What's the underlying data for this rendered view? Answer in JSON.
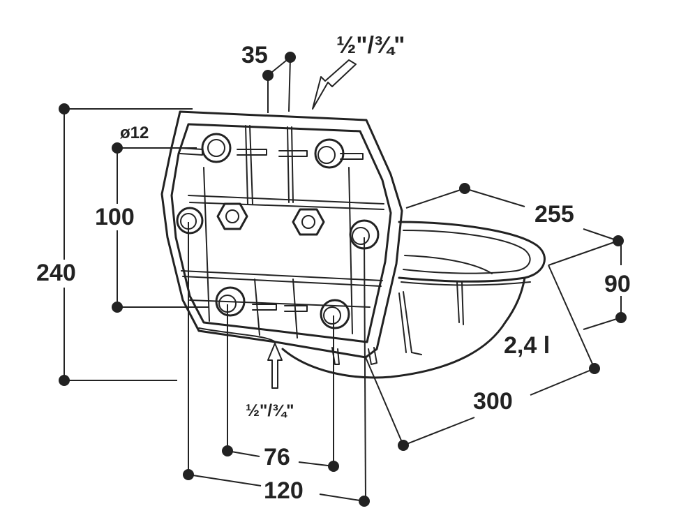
{
  "dimensions": {
    "height_total": "240",
    "hole_spacing_vertical": "100",
    "hole_diameter": "ø12",
    "top_offset": "35",
    "pipe_top": "½\"/¾\"",
    "pipe_bottom": "½\"/¾\"",
    "hole_spacing_bottom": "76",
    "width_back": "120",
    "depth": "255",
    "bowl_height": "90",
    "volume": "2,4 l",
    "length": "300"
  },
  "colors": {
    "line": "#222222",
    "background": "#ffffff"
  }
}
